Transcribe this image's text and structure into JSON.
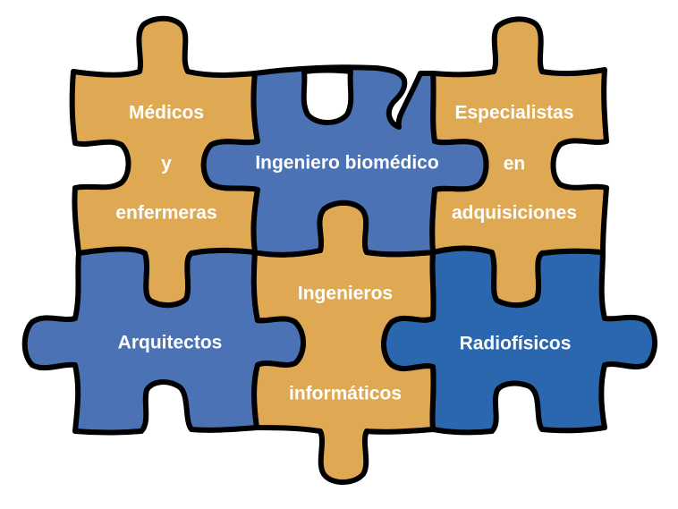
{
  "colors": {
    "orange": "#DEA952",
    "blue": "#4A72B5",
    "blue_dark": "#2A67AE",
    "outline": "#000000",
    "text": "#FFFFFF",
    "background": "#FFFFFF"
  },
  "pieces": [
    {
      "id": "medicos",
      "color": "orange",
      "lines": [
        "Médicos",
        "y",
        "enfermeras"
      ]
    },
    {
      "id": "ingeniero-biomedico",
      "color": "blue",
      "lines": [
        "Ingeniero biomédico"
      ]
    },
    {
      "id": "especialistas",
      "color": "orange",
      "lines": [
        "Especialistas",
        "en",
        "adquisiciones"
      ]
    },
    {
      "id": "arquitectos",
      "color": "blue",
      "lines": [
        "Arquitectos"
      ]
    },
    {
      "id": "ingenieros-informaticos",
      "color": "orange",
      "lines": [
        "Ingenieros",
        "informáticos"
      ]
    },
    {
      "id": "radiofisicos",
      "color": "blue_dark",
      "lines": [
        "Radiofísicos"
      ]
    }
  ]
}
